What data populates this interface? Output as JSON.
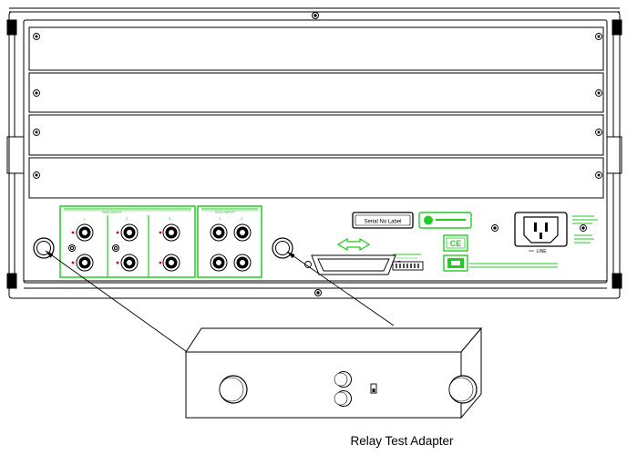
{
  "caption": "Relay Test Adapter",
  "panel": {
    "serial_label": "Serial No Label",
    "smu_input_header": "SMU INPUT",
    "aux_input_header": "AUX INPUT",
    "smu_columns": [
      "1",
      "2",
      "3"
    ],
    "aux_columns": [
      "1",
      "2"
    ],
    "line_label": "LINE",
    "ce_mark": "CE"
  },
  "colors": {
    "outline": "#000000",
    "green_marking": "#22cc22",
    "red_marker": "#dd0000"
  }
}
